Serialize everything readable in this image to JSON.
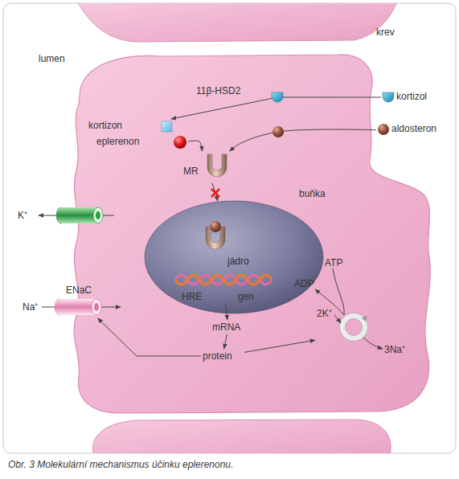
{
  "diagram": {
    "caption": "Obr. 3 Molekulární mechanismus účinku eplerenonu.",
    "nodes": [
      {
        "text": [
          "buňka"
        ]
      },
      {
        "text": [
          "kortizol"
        ]
      },
      {
        "text": [
          "kortizon"
        ],
        "in": 0
      },
      {
        "text": [
          "aldosteron"
        ]
      },
      {
        "text": [
          "eplerenon"
        ],
        "in": 0
      },
      {
        "text": [
          "MR"
        ],
        "in": 0
      },
      {
        "text": [
          "jádro"
        ],
        "in": 0
      },
      {
        "text": [
          "HRE",
          "gen"
        ],
        "in": 6
      },
      {
        "text": [
          "mRNA"
        ],
        "in": 0
      },
      {
        "text": [
          "protein"
        ],
        "in": 0
      },
      {
        "text": [
          "ENaC"
        ],
        "in": 0
      },
      {
        "text": [
          "2K⁺",
          "3Na⁺"
        ],
        "in": 0
      }
    ],
    "edges": [
      {
        "from": 1,
        "to": 2,
        "arrow": "to",
        "label": "11β-HSD2"
      },
      {
        "from": 3,
        "to": 5,
        "arrow": "to"
      },
      {
        "from": 4,
        "to": 5,
        "arrow": "to"
      },
      {
        "from": 5,
        "to": 6,
        "arrow": "to"
      },
      {
        "from": 7,
        "to": 8,
        "arrow": "to"
      },
      {
        "from": 8,
        "to": 9,
        "arrow": "to"
      },
      {
        "from": 9,
        "to": 10,
        "arrow": "to"
      },
      {
        "from": 9,
        "to": 11,
        "arrow": "to"
      }
    ],
    "labels": [
      "lumen",
      "krev",
      "K⁺",
      "Na⁺",
      "ATP",
      "ADP"
    ]
  }
}
